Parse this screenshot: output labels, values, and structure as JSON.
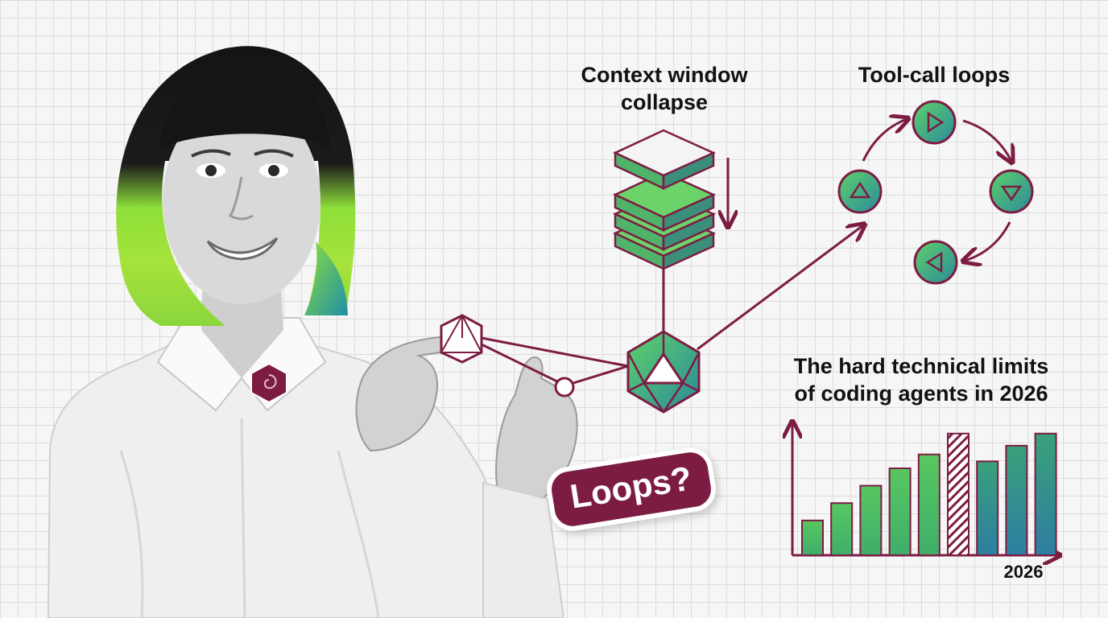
{
  "labels": {
    "context_line1": "Context window",
    "context_line2": "collapse",
    "tool_loops": "Tool-call loops",
    "limits_line1": "The hard technical limits",
    "limits_line2": "of coding agents in 2026",
    "loops_sticker": "Loops?"
  },
  "chart_data": {
    "type": "bar",
    "x": [
      "2026"
    ],
    "values": [
      2,
      3,
      4,
      5,
      5.8,
      7,
      5.4,
      6.3,
      7
    ]
  },
  "colors": {
    "maroon": "#7d1c43",
    "green": "#56c75a",
    "teal": "#2e86a0"
  }
}
